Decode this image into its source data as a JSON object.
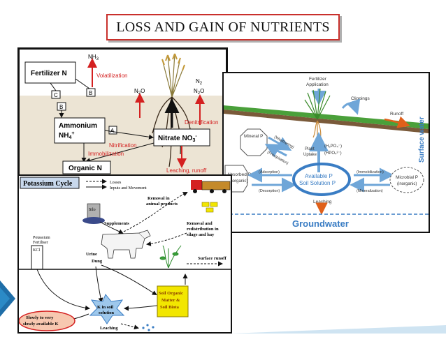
{
  "title": "LOSS AND GAIN OF NUTRIENTS",
  "colors": {
    "title_border": "#c9302c",
    "loss_arrow": "#d42020",
    "n_soil": "#ece4d4",
    "p_water": "#3a7dc4",
    "k_box": "#f2e600"
  },
  "nitrogen": {
    "fertilizer": "Fertilizer N",
    "nh3": "NH",
    "nh3_sub": "3",
    "volatilization": "Volatilization",
    "n2o_left": "N",
    "n2o_left_sub": "2",
    "n2o_left_o": "O",
    "n2_top": "N",
    "n2_top_sub": "2",
    "n2o_right": "N",
    "n2o_right_sub": "2",
    "n2o_right_o": "O",
    "box_b": "B",
    "box_c": "C",
    "box_b2": "B",
    "box_a": "A",
    "ammonium": "Ammonium",
    "nh4": "NH",
    "nh4_sub": "4",
    "nh4_sup": "+",
    "nitrification": "Nitrification",
    "nitrate": "Nitrate NO",
    "nitrate_sub": "3",
    "nitrate_sup": "-",
    "denitrification": "Denitrification",
    "immobilization": "Immobilization",
    "organic_n": "Organic N",
    "leaching": "Leaching, runoff"
  },
  "phosphorus": {
    "fert_line1": "Fertilizer",
    "fert_line2": "Application",
    "clippings": "Clippings",
    "runoff": "Runoff",
    "surface_water": "Surface water",
    "mineral_p": "Mineral P",
    "weathering": "(Weathering)",
    "precipitation": "(Precipitation)",
    "plant_uptake_1": "Plant",
    "plant_uptake_2": "Uptake",
    "h2po4": "(H₂PO₄⁻)",
    "hpo4": "(HPO₄²⁻)",
    "absorbed_1": "Absorbed P",
    "absorbed_2": "(inorganic)",
    "adsorption": "(Adsorption)",
    "desorption": "(Desorption)",
    "available_1": "Available P",
    "available_2": "Soil Solution P",
    "immobilization": "(Immobilization)",
    "mineralization": "(Mineralization)",
    "microbial_1": "Microbial P",
    "microbial_2": "(inorganic)",
    "leaching": "Leaching",
    "groundwater": "Groundwater"
  },
  "potassium": {
    "title": "Potassium Cycle",
    "legend_losses": "Losses",
    "legend_inputs": "Inputs and Movement",
    "removal_animal_1": "Removal in",
    "removal_animal_2": "animal products",
    "silo": "Silo",
    "supplements": "Supplements",
    "removal_silage_1": "Removal and",
    "removal_silage_2": "redistribution in",
    "removal_silage_3": "silage and hay",
    "fert_1": "Potassium",
    "fert_2": "Fertiliser",
    "kcl": "KCl",
    "urine": "Urine",
    "dung": "Dung",
    "surface_runoff": "Surface runoff",
    "slowly_1": "Slowly to very",
    "slowly_2": "slowly available K",
    "k_soil_1": "K in soil",
    "k_soil_2": "solution",
    "soil_om_1": "Soil Organic",
    "soil_om_2": "Matter &",
    "soil_om_3": "Soil Biota",
    "leaching": "Leaching"
  }
}
